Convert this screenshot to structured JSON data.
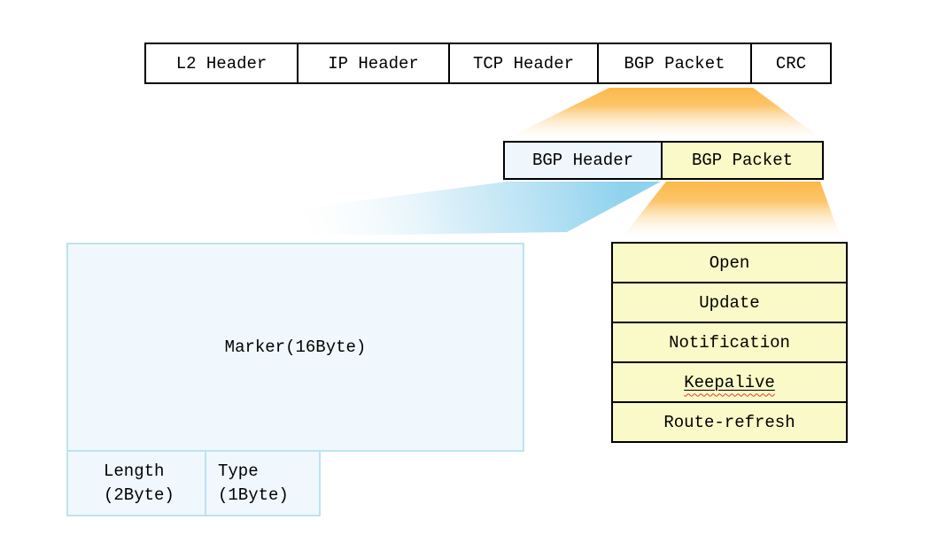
{
  "packet_row": {
    "cells": [
      "L2 Header",
      "IP Header",
      "TCP Header",
      "BGP Packet",
      "CRC"
    ]
  },
  "bgp_row": {
    "header_label": "BGP Header",
    "packet_label": "BGP Packet"
  },
  "bgp_header_fields": {
    "marker_label": "Marker(16Byte)",
    "length_line1": "Length",
    "length_line2": "(2Byte)",
    "type_line1": "Type",
    "type_line2": "(1Byte)"
  },
  "message_types": {
    "items": [
      "Open",
      "Update",
      "Notification",
      "Keepalive",
      "Route-refresh"
    ]
  },
  "colors": {
    "box_yellow": "#fafac8",
    "box_light_blue": "#f0f8fd",
    "blue_border": "#bce3f3",
    "funnel_orange": "#fbb848",
    "funnel_blue": "#8fd2ee",
    "squiggle_red": "#e03c31",
    "border_black": "#000000"
  }
}
